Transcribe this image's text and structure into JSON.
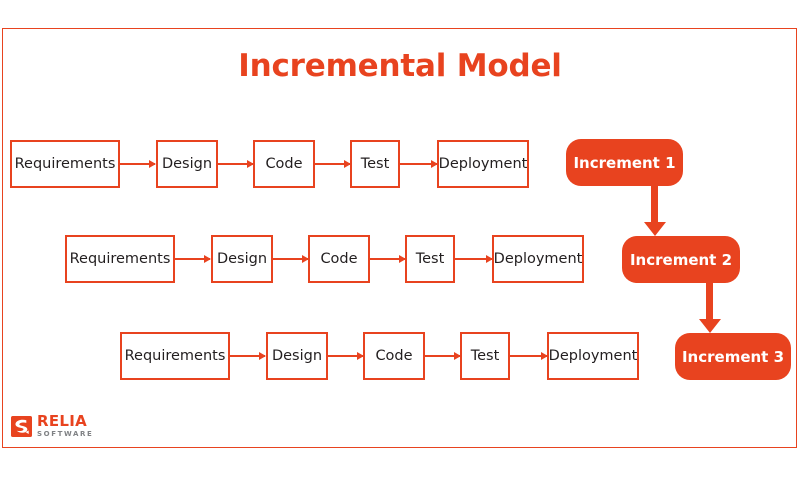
{
  "colors": {
    "brand": "#E8431F",
    "text_dark": "#231f20",
    "pill_text": "#ffffff",
    "logo_gray": "#808285",
    "background": "#ffffff"
  },
  "diagram": {
    "title": "Incremental Model",
    "type": "process-flow",
    "rows": [
      {
        "name": "increment-1-flow",
        "indent": 0,
        "phases": [
          "Requirements",
          "Design",
          "Code",
          "Test",
          "Deployment"
        ]
      },
      {
        "name": "increment-2-flow",
        "indent": 55,
        "phases": [
          "Requirements",
          "Design",
          "Code",
          "Test",
          "Deployment"
        ]
      },
      {
        "name": "increment-3-flow",
        "indent": 110,
        "phases": [
          "Requirements",
          "Design",
          "Code",
          "Test",
          "Deployment"
        ]
      }
    ],
    "increments": [
      {
        "label": "Increment 1"
      },
      {
        "label": "Increment 2"
      },
      {
        "label": "Increment 3"
      }
    ]
  },
  "logo": {
    "mark_icon": "relia-s-mark-icon",
    "primary": "RELIA",
    "secondary": "SOFTWARE"
  }
}
